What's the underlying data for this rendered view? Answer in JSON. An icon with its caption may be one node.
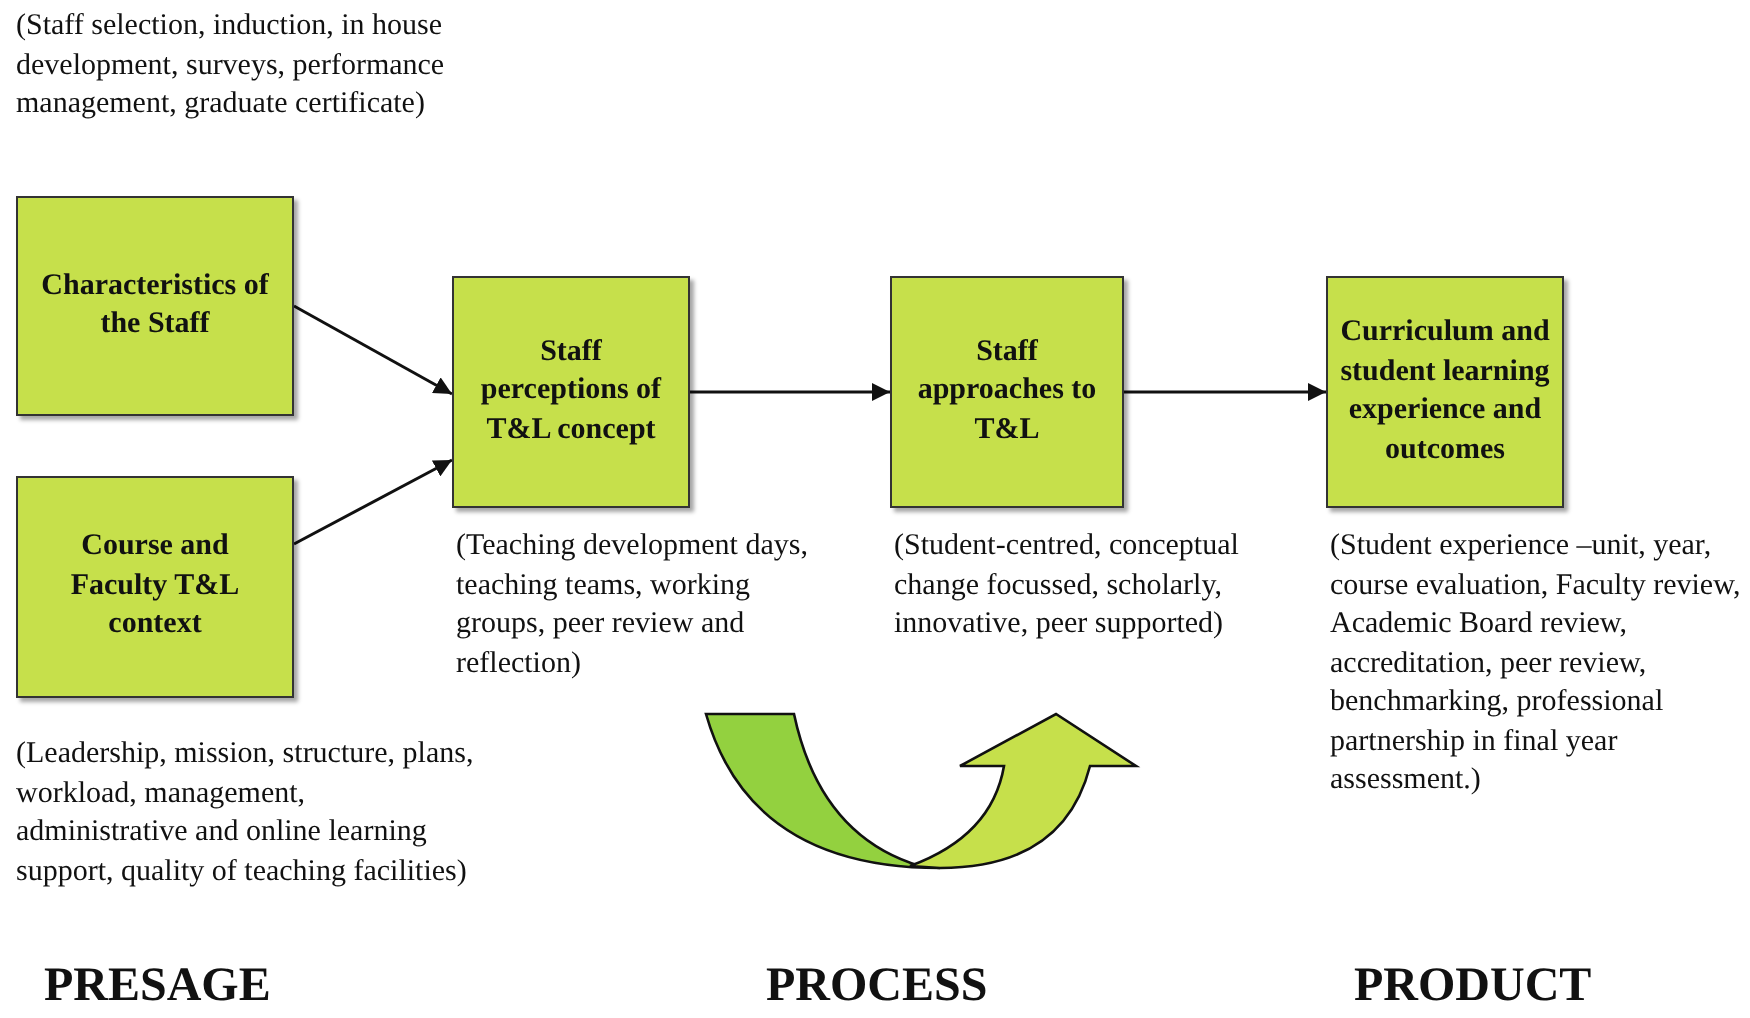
{
  "diagram": {
    "nodes": [
      {
        "text": [
          "Characteristics of the Staff"
        ],
        "beside": [
          "(Staff selection, induction, in house development, surveys, performance management, graduate certificate)"
        ]
      },
      {
        "text": [
          "Course and Faculty T&L context"
        ],
        "beside": [
          "(Leadership, mission, structure, plans, workload, management, administrative and online learning support, quality of teaching facilities)"
        ]
      },
      {
        "text": [
          "Staff perceptions of T&L concept"
        ],
        "beside": [
          "(Teaching development days, teaching teams, working groups, peer review and reflection)"
        ]
      },
      {
        "text": [
          "Staff approaches to T&L"
        ],
        "beside": [
          "(Student-centred, conceptual change focussed, scholarly, innovative, peer supported)"
        ]
      },
      {
        "text": [
          "Curriculum and student learning experience and outcomes"
        ],
        "beside": [
          "(Student experience –unit, year, course evaluation, Faculty review, Academic Board review, accreditation, peer review, benchmarking, professional partnership in final year assessment.)"
        ]
      }
    ],
    "edges": [
      {
        "from": 0,
        "to": 2,
        "arrow": "to"
      },
      {
        "from": 1,
        "to": 2,
        "arrow": "to"
      },
      {
        "from": 2,
        "to": 3,
        "arrow": "to"
      },
      {
        "from": 3,
        "to": 4,
        "arrow": "to"
      }
    ],
    "labels": [
      "PRESAGE",
      "PROCESS",
      "PRODUCT"
    ]
  }
}
